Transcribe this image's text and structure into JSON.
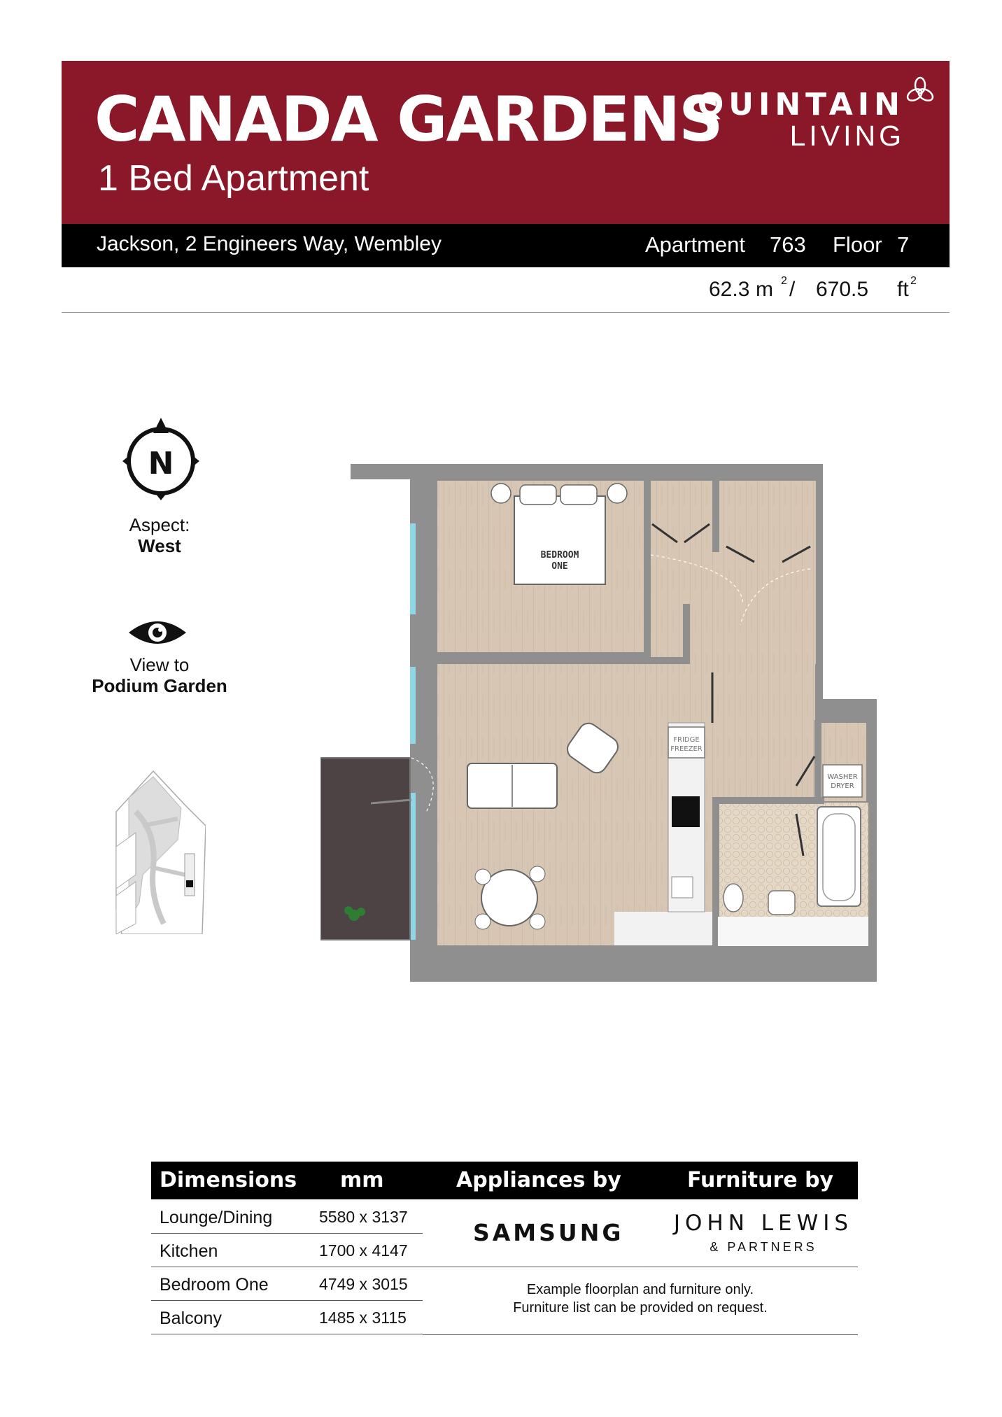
{
  "header": {
    "title": "CANADA GARDENS",
    "subtitle": "1 Bed Apartment",
    "brand_line1": "QUINTAIN",
    "brand_line2": "LIVING",
    "brand_color": "#8a1829"
  },
  "infobar": {
    "address": "Jackson, 2 Engineers Way, Wembley",
    "apartment_label": "Apartment",
    "apartment_number": "763",
    "floor_label": "Floor",
    "floor_number": "7"
  },
  "area": {
    "sqm_value": "62.3",
    "sqm_unit": "m",
    "separator": "/",
    "sqft_value": "670.5",
    "sqft_unit": "ft",
    "superscript": "2"
  },
  "orientation": {
    "compass_letter": "N",
    "aspect_label": "Aspect:",
    "aspect_value": "West",
    "view_label": "View to",
    "view_value": "Podium Garden"
  },
  "floorplan_labels": {
    "bedroom_line1": "BEDROOM",
    "bedroom_line2": "ONE",
    "fridge_line1": "FRIDGE",
    "fridge_line2": "FREEZER",
    "washer_line1": "WASHER",
    "washer_line2": "DRYER"
  },
  "table": {
    "headers": {
      "dimensions": "Dimensions",
      "mm": "mm",
      "appliances": "Appliances by",
      "furniture": "Furniture by"
    },
    "rows": [
      {
        "room": "Lounge/Dining",
        "size": "5580 x 3137"
      },
      {
        "room": "Kitchen",
        "size": "1700 x 4147"
      },
      {
        "room": "Bedroom One",
        "size": "4749 x 3015"
      },
      {
        "room": "Balcony",
        "size": "1485 x 3115"
      }
    ],
    "appliance_brand": "SAMSUNG",
    "furniture_brand_line1": "JOHN LEWIS",
    "furniture_brand_line2": "& PARTNERS",
    "note_line1": "Example floorplan and furniture only.",
    "note_line2": "Furniture list can be provided on request."
  }
}
